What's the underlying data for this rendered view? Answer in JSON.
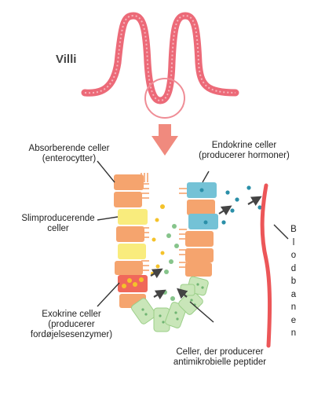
{
  "labels": {
    "villi": "Villi",
    "absorbing_line1": "Absorberende celler",
    "absorbing_line2": "(enterocytter)",
    "mucus_line1": "Slimproducerende",
    "mucus_line2": "celler",
    "exocrine_line1": "Exokrine celler",
    "exocrine_line2": "(producerer",
    "exocrine_line3": "fordøjelsesenzymer)",
    "endocrine_line1": "Endokrine celler",
    "endocrine_line2": "(producerer hormoner)",
    "antimicrobial_line1": "Celler, der producerer",
    "antimicrobial_line2": "antimikrobielle peptider",
    "bloodstream": "Blodbanen"
  },
  "colors": {
    "villi_stroke": "#ec6a78",
    "arrow": "#f08a7e",
    "enterocyte": "#f5a46e",
    "goblet": "#f9ec7d",
    "exocrine": "#f0685a",
    "endocrine": "#74c2d6",
    "antimicrobial": "#c9e6b9",
    "blood": "#ec5658",
    "granule_yellow": "#f4c22a",
    "granule_green": "#86c48b",
    "hormone_dot": "#2a8fa8"
  }
}
